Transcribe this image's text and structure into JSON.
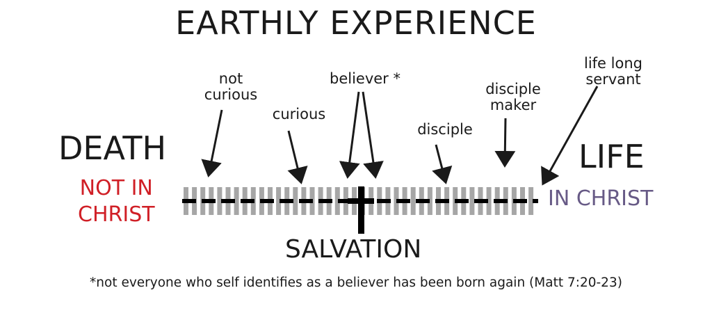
{
  "title": "EARTHLY EXPERIENCE",
  "left": {
    "state": "DEATH",
    "status_line1": "NOT IN",
    "status_line2": "CHRIST"
  },
  "right": {
    "state": "LIFE",
    "status": "IN CHRIST"
  },
  "center_label": "SALVATION",
  "stages": {
    "not_curious": {
      "line1": "not",
      "line2": "curious"
    },
    "curious": {
      "line1": "curious"
    },
    "believer": {
      "line1": "believer *"
    },
    "disciple": {
      "line1": "disciple"
    },
    "disciple_maker": {
      "line1": "disciple",
      "line2": "maker"
    },
    "life_long_servant": {
      "line1": "life long",
      "line2": "servant"
    }
  },
  "footnote": "*not everyone who self identifies as a believer has been born again (Matt 7:20-23)",
  "colors": {
    "text": "#1a1a1a",
    "not_in_christ": "#d01f26",
    "in_christ": "#675a86",
    "track_ties": "#a6a6a6",
    "track_line": "#000000"
  }
}
